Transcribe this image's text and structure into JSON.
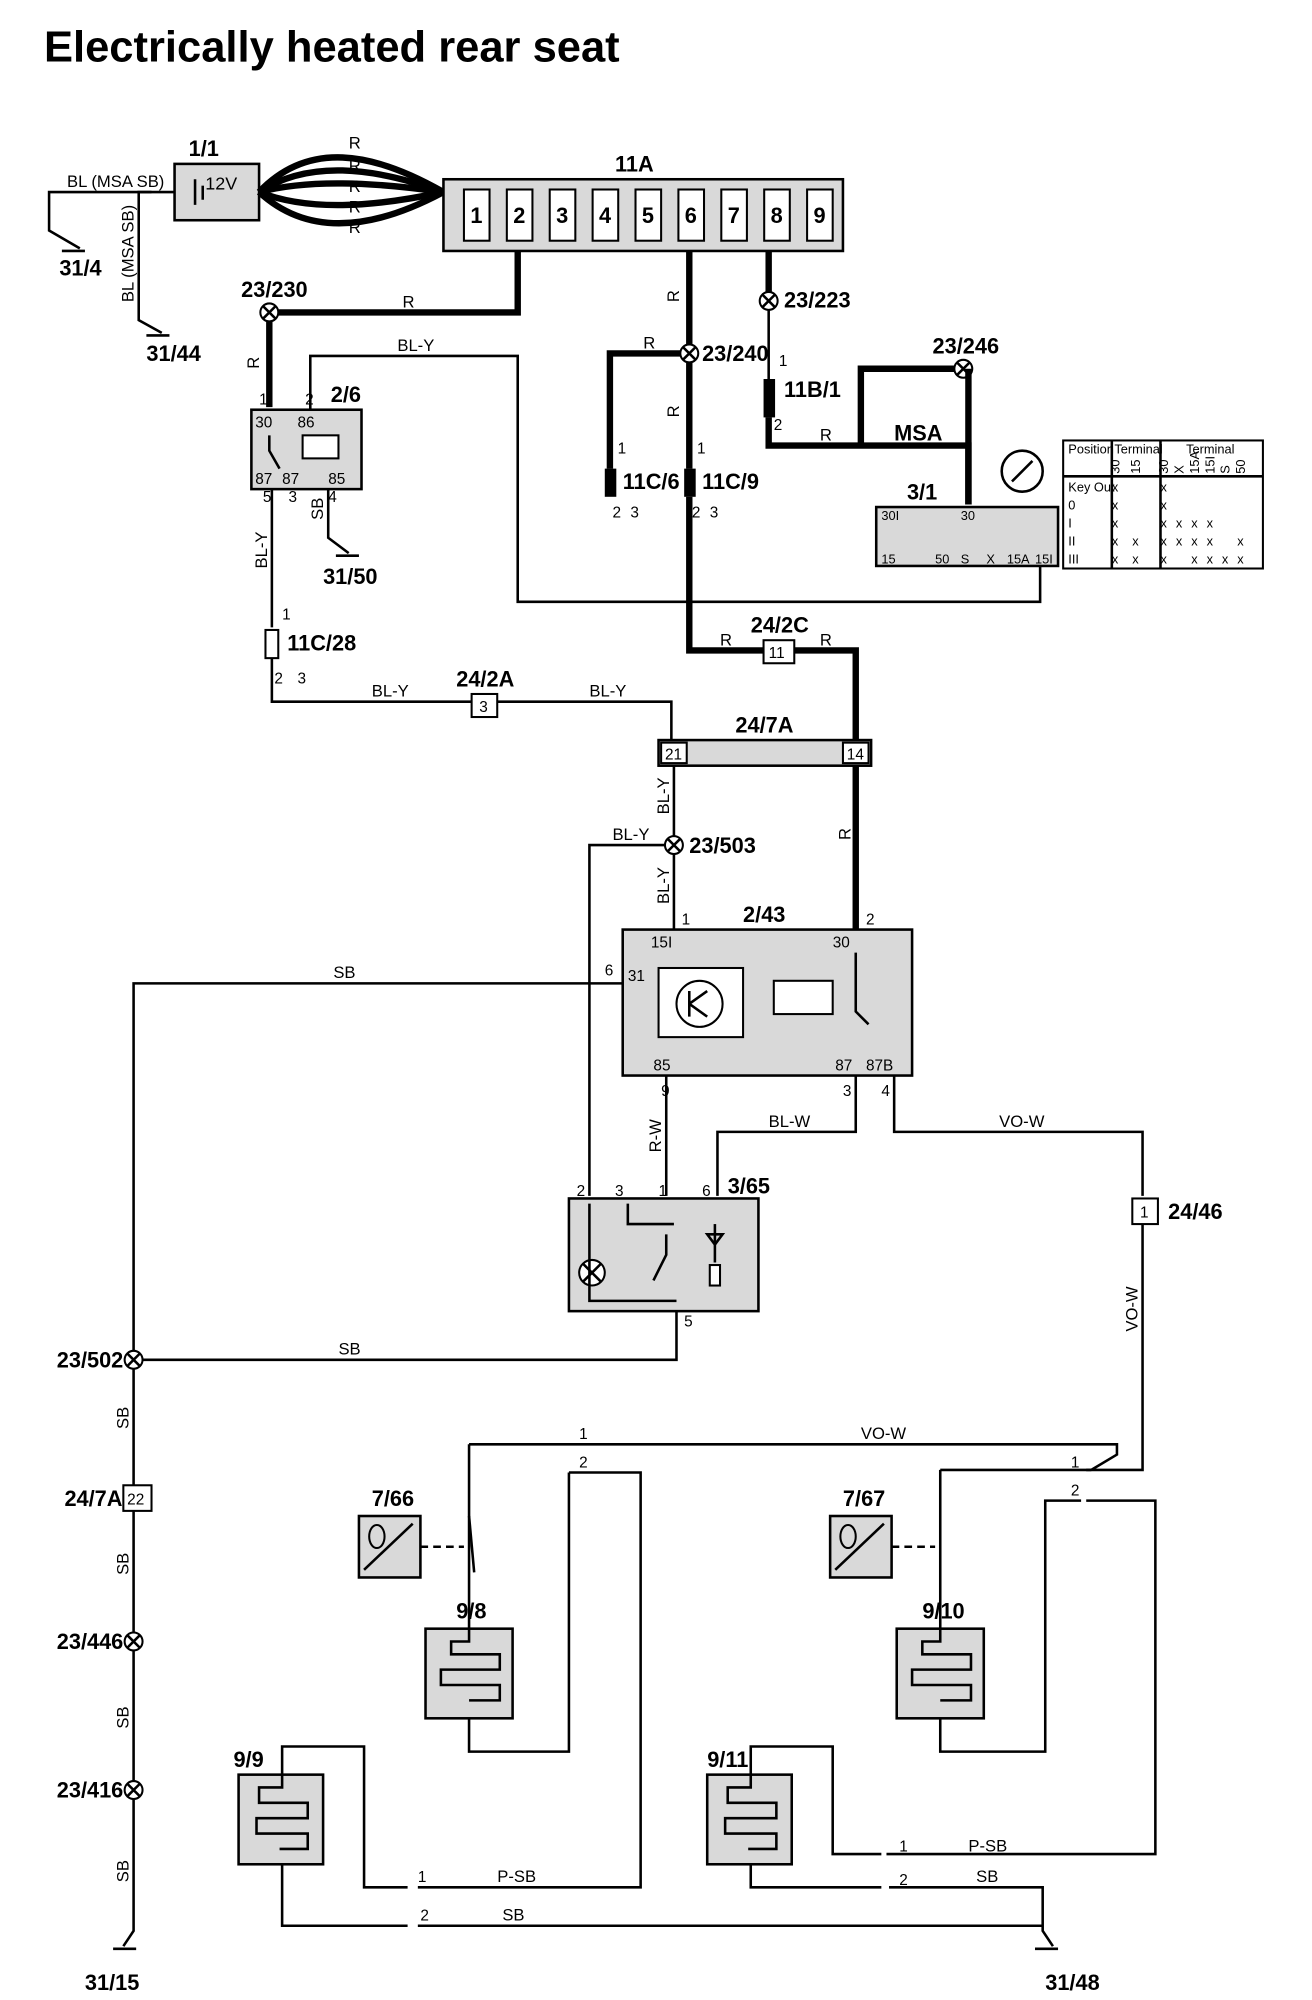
{
  "title": "Electrically heated rear seat",
  "components": {
    "battery": "1/1",
    "battery_voltage": "12V",
    "fusebox": "11A",
    "fuse_numbers": [
      "1",
      "2",
      "3",
      "4",
      "5",
      "6",
      "7",
      "8",
      "9"
    ],
    "relay": "2/6",
    "ignition_switch": "3/1",
    "ignition_table": {
      "position_header": "Position",
      "terminal_header_1": "Terminal",
      "terminal_header_2": "Terminal",
      "cols_1": [
        "30",
        "15"
      ],
      "cols_2": [
        "30",
        "X",
        "15A",
        "15I",
        "S",
        "50"
      ],
      "rows": [
        "Key Out",
        "0",
        "I",
        "II",
        "III"
      ]
    },
    "fuse_11c6": "11C/6",
    "fuse_11c9": "11C/9",
    "fuse_11b1": "11B/1",
    "fuse_11c28": "11C/28",
    "control_module": "2/43",
    "switch": "3/65",
    "thermostat_left": "7/66",
    "thermostat_right": "7/67",
    "heater_98": "9/8",
    "heater_910": "9/10",
    "heater_99": "9/9",
    "heater_911": "9/11"
  },
  "connectors": {
    "c24_2c": "24/2C",
    "c24_2c_pin": "11",
    "c24_2a": "24/2A",
    "c24_2a_pin": "3",
    "c24_7a": "24/7A",
    "c24_7a_pin_l": "21",
    "c24_7a_pin_r": "14",
    "c24_7a_b": "24/7A",
    "c24_7a_b_pin": "22",
    "c24_46": "24/46",
    "c24_46_pin": "1"
  },
  "splices": {
    "s230": "23/230",
    "s223": "23/223",
    "s240": "23/240",
    "s246": "23/246",
    "s503": "23/503",
    "s502": "23/502",
    "s446": "23/446",
    "s416": "23/416"
  },
  "grounds": {
    "g31_4": "31/4",
    "g31_44": "31/44",
    "g31_50": "31/50",
    "g31_15": "31/15",
    "g31_48": "31/48"
  },
  "wires": {
    "bl_msa_sb": "BL (MSA SB)",
    "r": "R",
    "bly": "BL-Y",
    "sb": "SB",
    "rw": "R-W",
    "blw": "BL-W",
    "vow": "VO-W",
    "psb": "P-SB",
    "msa": "MSA"
  },
  "pins": {
    "relay_30": "30",
    "relay_86": "86",
    "relay_87a": "87",
    "relay_87b": "87",
    "relay_85": "85",
    "m243_15i": "15I",
    "m243_30": "30",
    "m243_31": "31",
    "m243_85": "85",
    "m243_87": "87",
    "m243_87b": "87B",
    "sw_30i": "30I",
    "sw_30": "30",
    "sw_15": "15",
    "sw_50": "50",
    "sw_s": "S",
    "sw_x": "X",
    "sw_15a": "15A",
    "sw_15i": "15I",
    "n1": "1",
    "n2": "2",
    "n3": "3",
    "n4": "4",
    "n5": "5",
    "n6": "6",
    "n9": "9"
  }
}
